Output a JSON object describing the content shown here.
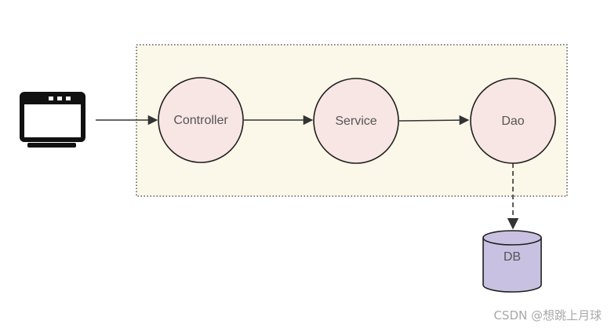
{
  "nodes": {
    "controller": "Controller",
    "service": "Service",
    "dao": "Dao",
    "db": "DB"
  },
  "watermark": "CSDN @想跳上月球",
  "colors": {
    "layer_fill": "#fbf7e9",
    "layer_border": "#3a3a3a",
    "node_fill": "#f8e6e4",
    "node_stroke": "#1f1f1f",
    "db_fill": "#c9c1e1",
    "arrow": "#333333",
    "monitor": "#111111"
  },
  "icons": {
    "client": "monitor-icon",
    "database": "database-cylinder-icon"
  }
}
